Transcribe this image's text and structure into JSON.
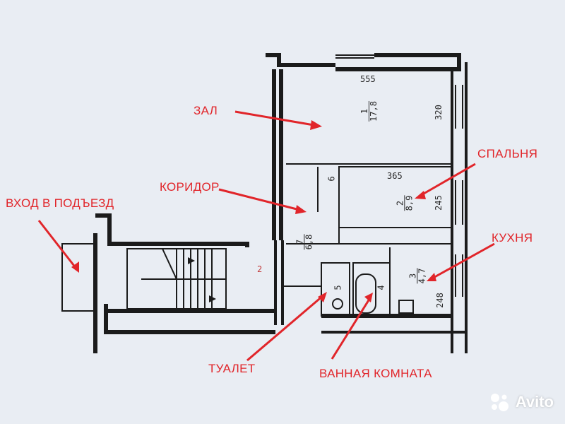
{
  "labels": {
    "zal": "ЗАЛ",
    "spalnya": "СПАЛЬНЯ",
    "koridor": "КОРИДОР",
    "vhod": "ВХОД В ПОДЪЕЗД",
    "kuhnya": "КУХНЯ",
    "tualet": "ТУАЛЕТ",
    "vannaya": "ВАННАЯ КОМНАТА"
  },
  "dimensions": {
    "d555": "555",
    "d320": "320",
    "d365": "365",
    "d245": "245",
    "d248": "248",
    "d6": "6",
    "d2": "2"
  },
  "rooms": {
    "r1": {
      "num": "1",
      "area": "17,8"
    },
    "r2": {
      "num": "2",
      "area": "8,9"
    },
    "r3": {
      "num": "3",
      "area": "4,7"
    },
    "r4": {
      "num": "4"
    },
    "r5": {
      "num": "5"
    },
    "r7": {
      "num": "7",
      "area": "6,8"
    }
  },
  "watermark": {
    "text": "Avito"
  },
  "colors": {
    "annotation": "#e1252a",
    "wall": "#1b1b1b",
    "paper": "#e9edf3"
  }
}
